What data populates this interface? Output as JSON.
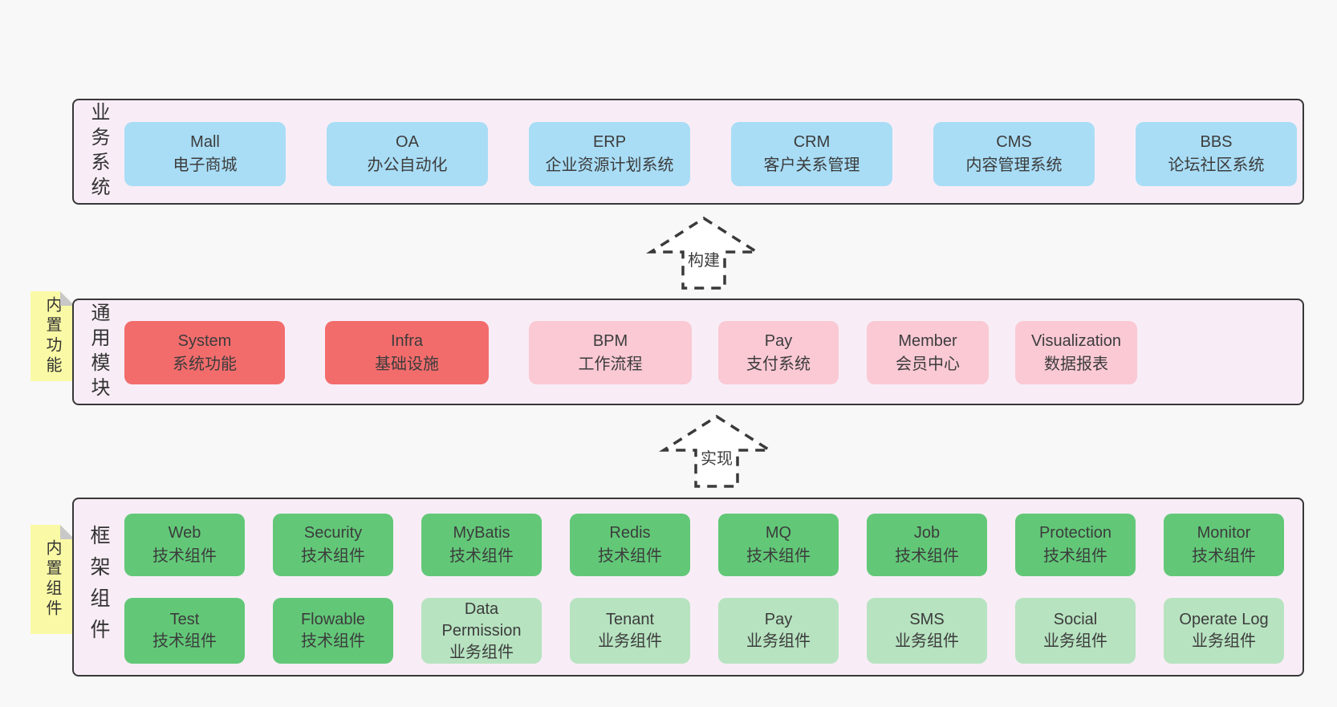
{
  "colors": {
    "page_background": "#f8f8f8",
    "band_background": "#f8edf6",
    "band_border": "#383838",
    "business_box": "#a9ddf6",
    "core_module_box": "#f36c6c",
    "module_box": "#fac9d4",
    "tech_component_box": "#62c878",
    "biz_component_box": "#b7e3c0",
    "sticky_note": "#fafaa6",
    "sticky_note_fold": "#c8c8c8",
    "arrow_fill": "#ffffff",
    "text": "#3c3c3c"
  },
  "arrows": [
    {
      "label": "构建"
    },
    {
      "label": "实现"
    }
  ],
  "layers": [
    {
      "title": "业务系统",
      "boxes": [
        {
          "name": "Mall",
          "subtitle": "电子商城"
        },
        {
          "name": "OA",
          "subtitle": "办公自动化"
        },
        {
          "name": "ERP",
          "subtitle": "企业资源计划系统"
        },
        {
          "name": "CRM",
          "subtitle": "客户关系管理"
        },
        {
          "name": "CMS",
          "subtitle": "内容管理系统"
        },
        {
          "name": "BBS",
          "subtitle": "论坛社区系统"
        }
      ]
    },
    {
      "title": "通用模块",
      "note": "内置功能",
      "boxes": [
        {
          "name": "System",
          "subtitle": "系统功能"
        },
        {
          "name": "Infra",
          "subtitle": "基础设施"
        },
        {
          "name": "BPM",
          "subtitle": "工作流程"
        },
        {
          "name": "Pay",
          "subtitle": "支付系统"
        },
        {
          "name": "Member",
          "subtitle": "会员中心"
        },
        {
          "name": "Visualization",
          "subtitle": "数据报表"
        }
      ]
    },
    {
      "title": "框架组件",
      "note": "内置组件",
      "row1": [
        {
          "name": "Web",
          "subtitle": "技术组件"
        },
        {
          "name": "Security",
          "subtitle": "技术组件"
        },
        {
          "name": "MyBatis",
          "subtitle": "技术组件"
        },
        {
          "name": "Redis",
          "subtitle": "技术组件"
        },
        {
          "name": "MQ",
          "subtitle": "技术组件"
        },
        {
          "name": "Job",
          "subtitle": "技术组件"
        },
        {
          "name": "Protection",
          "subtitle": "技术组件"
        },
        {
          "name": "Monitor",
          "subtitle": "技术组件"
        }
      ],
      "row2": [
        {
          "name": "Test",
          "subtitle": "技术组件"
        },
        {
          "name": "Flowable",
          "subtitle": "技术组件"
        },
        {
          "name": "Data Permission",
          "subtitle": "业务组件"
        },
        {
          "name": "Tenant",
          "subtitle": "业务组件"
        },
        {
          "name": "Pay",
          "subtitle": "业务组件"
        },
        {
          "name": "SMS",
          "subtitle": "业务组件"
        },
        {
          "name": "Social",
          "subtitle": "业务组件"
        },
        {
          "name": "Operate Log",
          "subtitle": "业务组件"
        }
      ]
    }
  ]
}
